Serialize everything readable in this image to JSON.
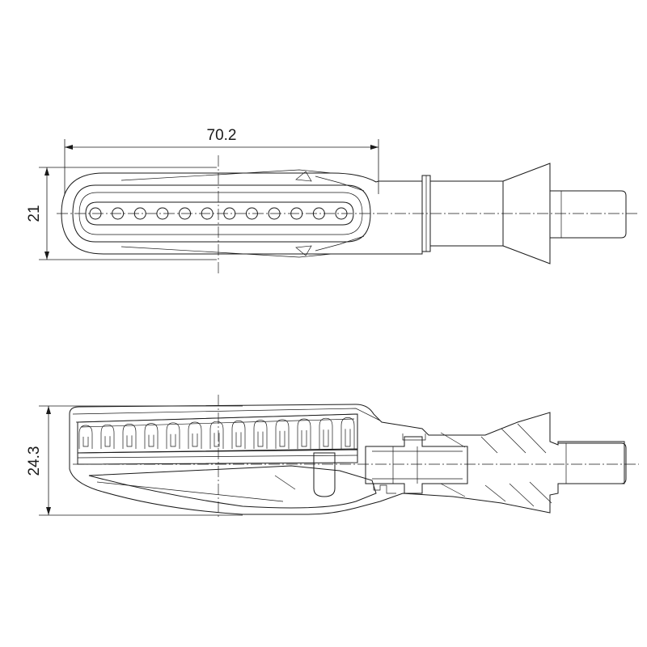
{
  "dimensions": {
    "top_width": "70.2",
    "top_height": "21",
    "side_height": "24.3"
  },
  "top_view": {
    "led_count": 12
  },
  "side_view": {
    "fin_count": 13
  }
}
